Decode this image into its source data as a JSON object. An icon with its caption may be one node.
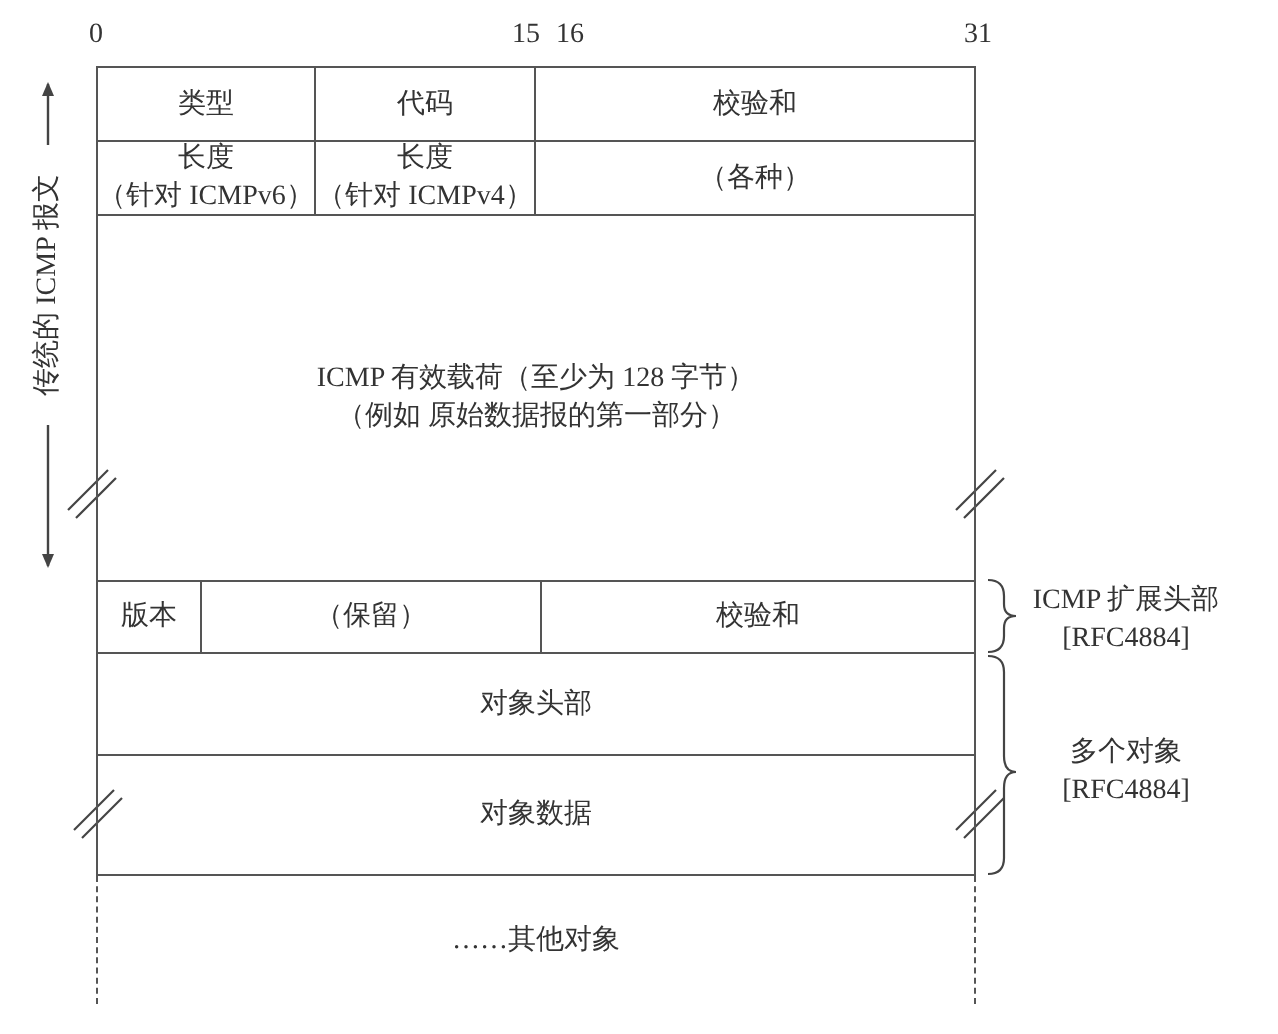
{
  "diagram": {
    "nodes": [
      {
        "text": [
          "类型"
        ]
      },
      {
        "text": [
          "代码"
        ]
      },
      {
        "text": [
          "校验和"
        ]
      },
      {
        "text": [
          "长度",
          "（针对 ICMPv6）"
        ]
      },
      {
        "text": [
          "长度",
          "（针对 ICMPv4）"
        ]
      },
      {
        "text": [
          "（各种）"
        ]
      },
      {
        "text": [
          "ICMP 有效载荷（至少为 128 字节）",
          "（例如 原始数据报的第一部分）"
        ]
      },
      {
        "text": [
          "版本"
        ]
      },
      {
        "text": [
          "（保留）"
        ]
      },
      {
        "text": [
          "校验和"
        ]
      },
      {
        "text": [
          "对象头部"
        ]
      },
      {
        "text": [
          "对象数据"
        ]
      },
      {
        "text": [
          "……其他对象"
        ]
      }
    ],
    "edges": [],
    "labels": [
      "0",
      "15",
      "16",
      "31",
      "传统的 ICMP 报文",
      "ICMP 扩展头部 [RFC4884]",
      "多个对象 [RFC4884]"
    ]
  }
}
